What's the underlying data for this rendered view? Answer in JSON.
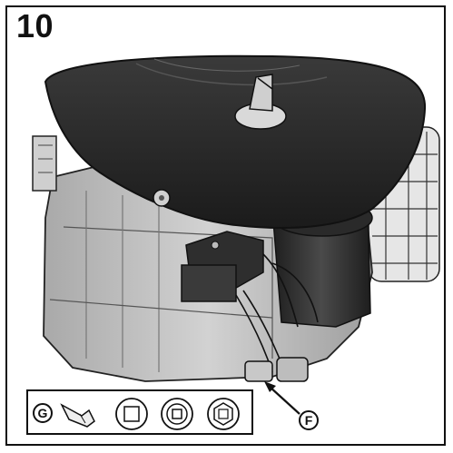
{
  "step": {
    "number": "10"
  },
  "callouts": {
    "fuel_shutoff": "F",
    "tools_inset": "G"
  },
  "icons": {
    "inset_items": [
      "fitting-icon",
      "square-drive-icon",
      "square-socket-icon",
      "hex-socket-icon"
    ]
  },
  "colors": {
    "engine_dark": "#2a2a2a",
    "engine_body": "#bfbfbf",
    "line": "#111111"
  }
}
